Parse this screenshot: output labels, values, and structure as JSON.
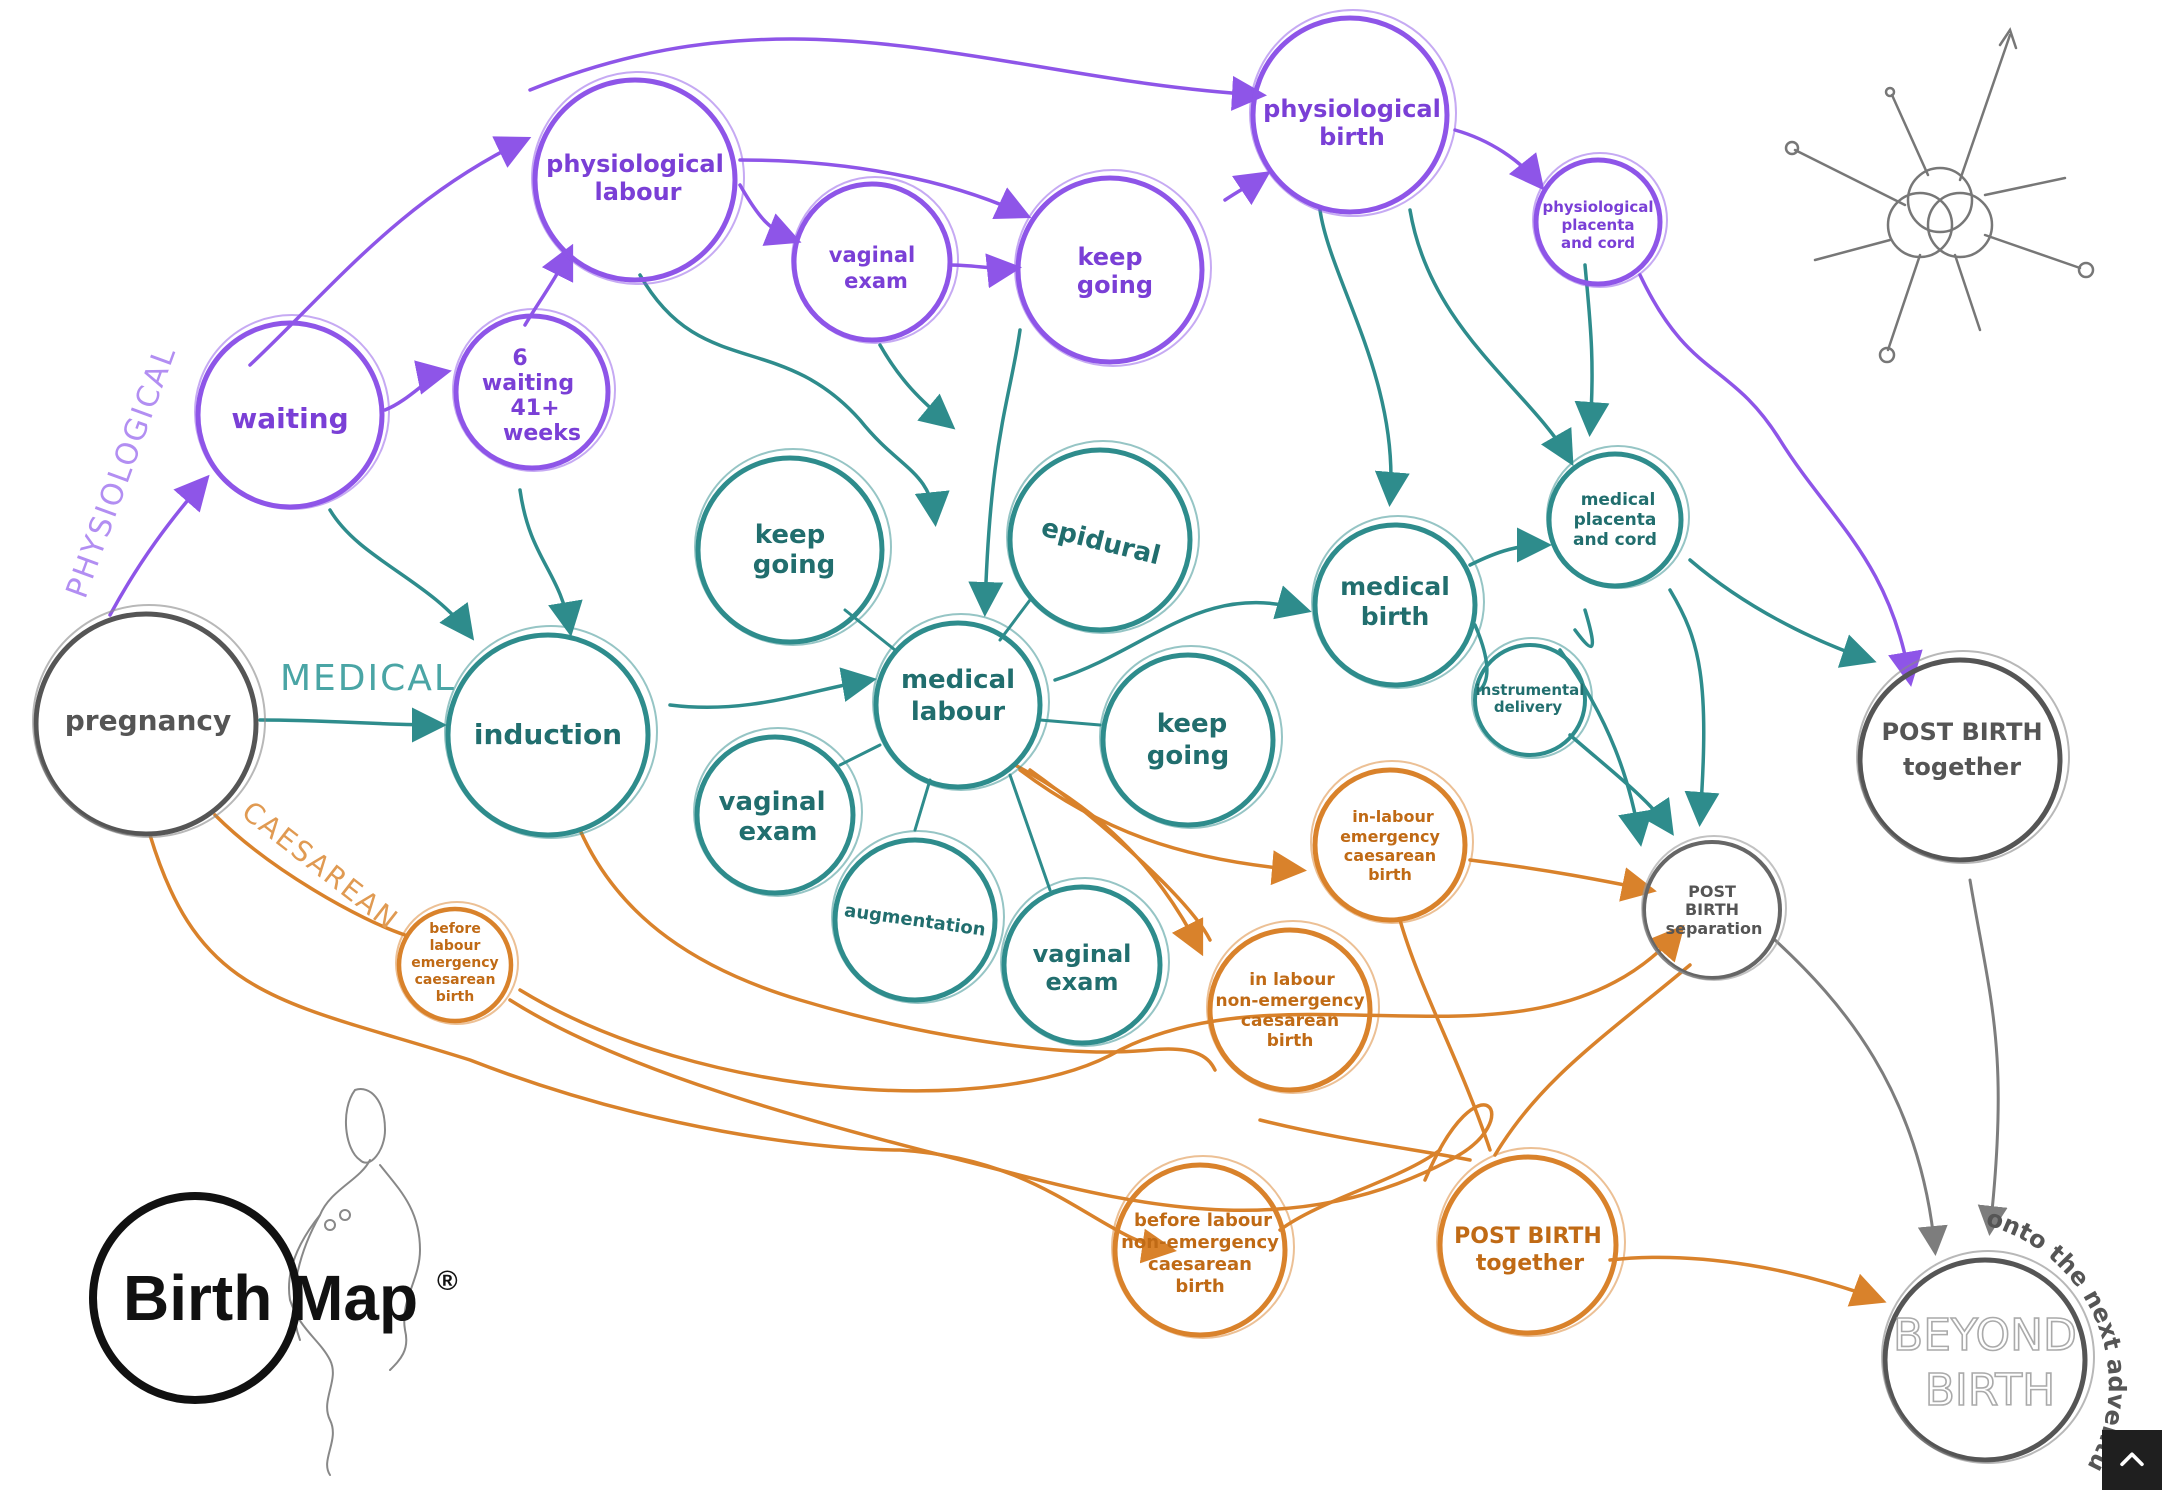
{
  "colors": {
    "physiological": "#8e55e8",
    "medical": "#2e8c8c",
    "caesarean": "#d9822b",
    "neutral": "#7d7d7d",
    "dark": "#1a1a1a"
  },
  "side_labels": {
    "physiological": "PHYSIOLOGICAL",
    "medical": "MEDICAL",
    "caesarean": "CAESAREAN"
  },
  "nodes": {
    "waiting": [
      "waiting"
    ],
    "waiting_41": [
      "6",
      "waiting",
      "41+",
      "weeks"
    ],
    "physiological_labour": [
      "physiological",
      "labour"
    ],
    "vaginal_exam_top": [
      "vaginal",
      "exam"
    ],
    "keep_going_top": [
      "keep",
      "going"
    ],
    "physiological_birth": [
      "physiological",
      "birth"
    ],
    "physiological_placenta": [
      "physiological",
      "placenta",
      "and cord"
    ],
    "pregnancy": [
      "pregnancy"
    ],
    "induction": [
      "induction"
    ],
    "keep_going_a": [
      "keep",
      "going"
    ],
    "epidural": [
      "epidural"
    ],
    "medical_labour": [
      "medical",
      "labour"
    ],
    "keep_going_b": [
      "keep",
      "going"
    ],
    "vaginal_exam_a": [
      "vaginal",
      "exam"
    ],
    "augmentation": [
      "augmentation"
    ],
    "vaginal_exam_b": [
      "vaginal",
      "exam"
    ],
    "medical_birth": [
      "medical",
      "birth"
    ],
    "medical_placenta": [
      "medical",
      "placenta",
      "and cord"
    ],
    "instrumental_delivery": [
      "instrumental",
      "delivery"
    ],
    "post_birth_separation": [
      "POST",
      "BIRTH",
      "separation"
    ],
    "post_birth_together_grey": [
      "POST BIRTH",
      "together"
    ],
    "beyond_birth": [
      "BEYOND",
      "BIRTH"
    ],
    "before_labour_emergency": [
      "before",
      "labour",
      "emergency",
      "caesarean",
      "birth"
    ],
    "in_labour_emergency": [
      "in-labour",
      "emergency",
      "caesarean",
      "birth"
    ],
    "in_labour_non_emergency": [
      "in labour",
      "non-emergency",
      "caesarean",
      "birth"
    ],
    "before_labour_non_emergency": [
      "before labour",
      "non-emergency",
      "caesarean",
      "birth"
    ],
    "post_birth_together_orange": [
      "POST BIRTH",
      "together"
    ]
  },
  "arc_text": "onto the next adventure",
  "logo": {
    "text": "Birth Map",
    "reg": "®"
  },
  "icons": {
    "compass": "knot-compass-icon",
    "back_to_top": "chevron-up-icon"
  }
}
